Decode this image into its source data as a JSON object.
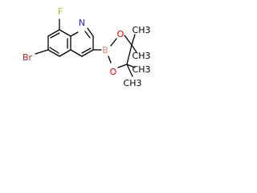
{
  "atoms": {
    "F": {
      "symbol": "F",
      "color": "#9bc82e"
    },
    "N": {
      "symbol": "N",
      "color": "#2626d9"
    },
    "Br": {
      "symbol": "Br",
      "color": "#a52a2a"
    },
    "B": {
      "symbol": "B",
      "color": "#d98c73"
    },
    "O1": {
      "symbol": "O",
      "color": "#e00000"
    },
    "O2": {
      "symbol": "O",
      "color": "#e00000"
    },
    "CH3a": {
      "symbol": "CH3",
      "color": "#000000"
    },
    "CH3b": {
      "symbol": "CH3",
      "color": "#000000"
    },
    "CH3c": {
      "symbol": "CH3",
      "color": "#000000"
    },
    "CH3d": {
      "symbol": "CH3",
      "color": "#000000"
    }
  }
}
